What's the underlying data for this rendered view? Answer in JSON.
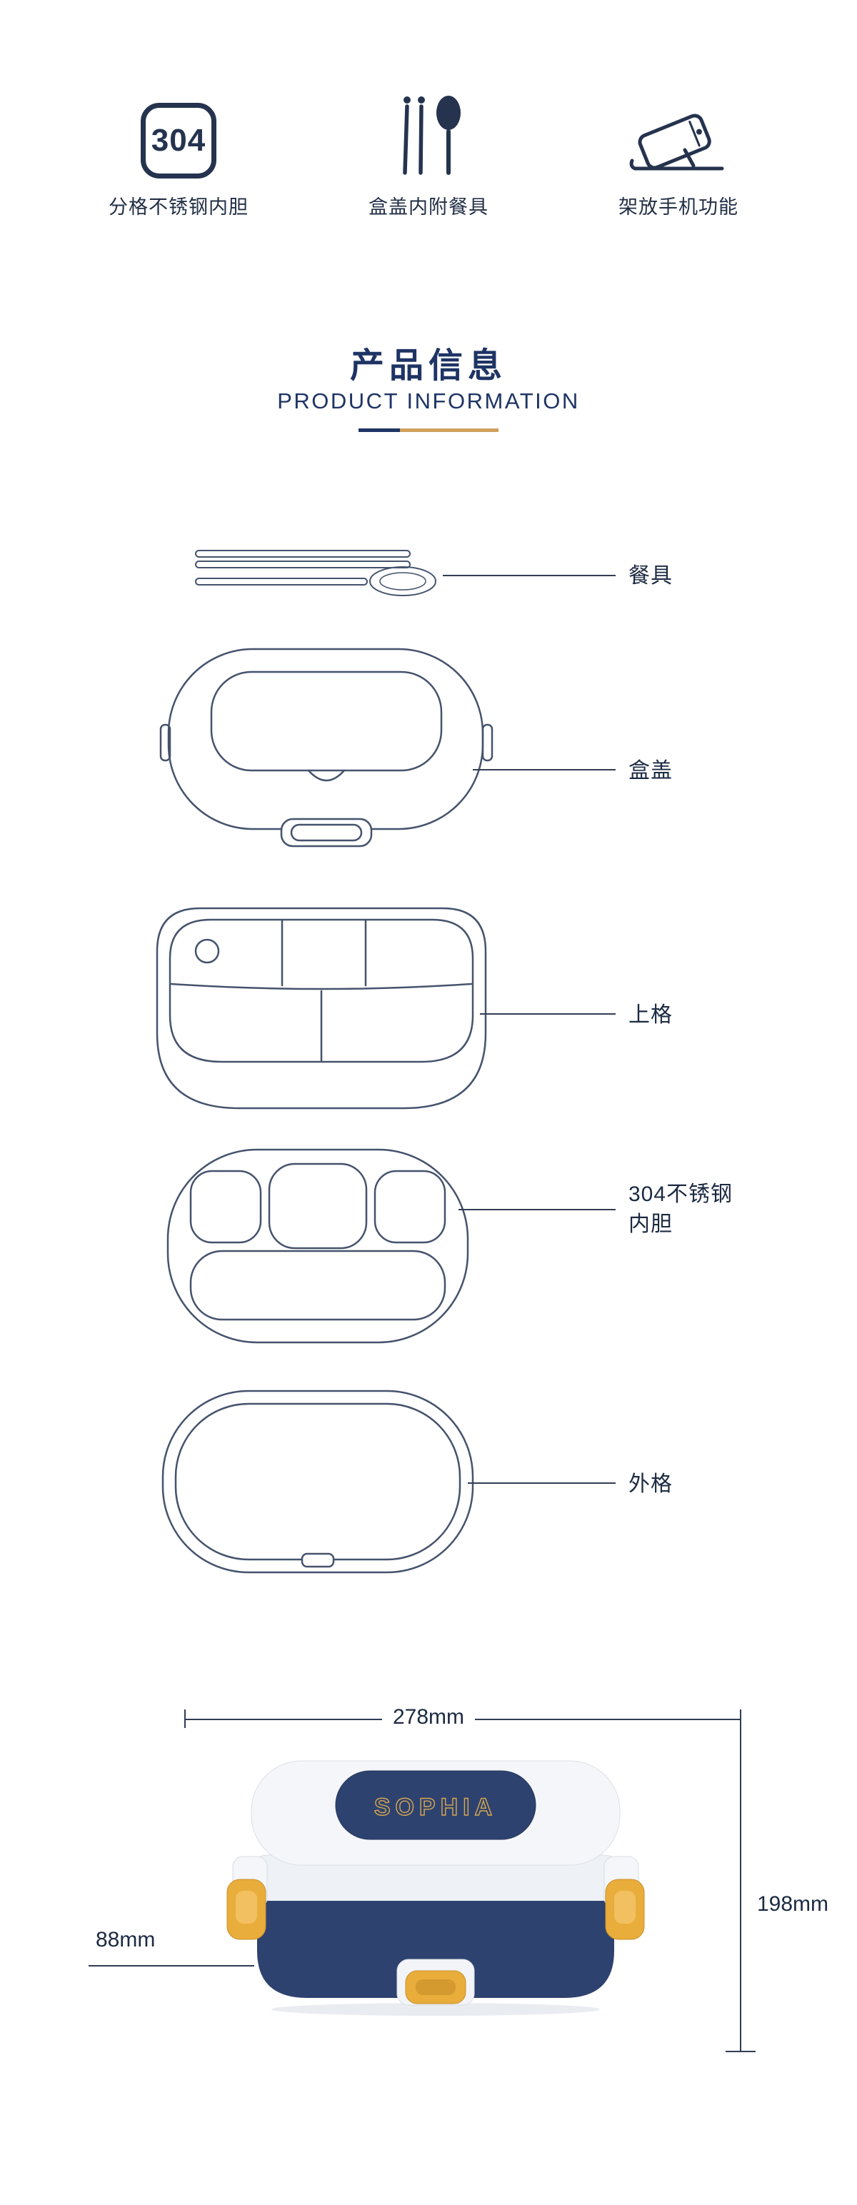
{
  "features": [
    {
      "icon": "steel-304-badge-icon",
      "badge": "304",
      "label": "分格不锈钢内胆"
    },
    {
      "icon": "chopsticks-spoon-icon",
      "label": "盒盖内附餐具"
    },
    {
      "icon": "phone-stand-icon",
      "label": "架放手机功能"
    }
  ],
  "section_header": {
    "title": "产品信息",
    "subtitle": "PRODUCT INFORMATION"
  },
  "exploded_parts": [
    {
      "label": "餐具"
    },
    {
      "label": "盒盖"
    },
    {
      "label": "上格"
    },
    {
      "label": "304不锈钢内胆"
    },
    {
      "label": "外格"
    }
  ],
  "product": {
    "brand": "SOPHIA"
  },
  "dimensions": {
    "width_label": "278mm",
    "height_label": "198mm",
    "depth_label": "88mm"
  },
  "colors": {
    "title_navy": "#1e3464",
    "text_navy": "#222f45",
    "line_art": "#45536d",
    "gold": "#cfa05c",
    "product_navy": "#2e4270",
    "clip_gold": "#e9ad3c"
  }
}
